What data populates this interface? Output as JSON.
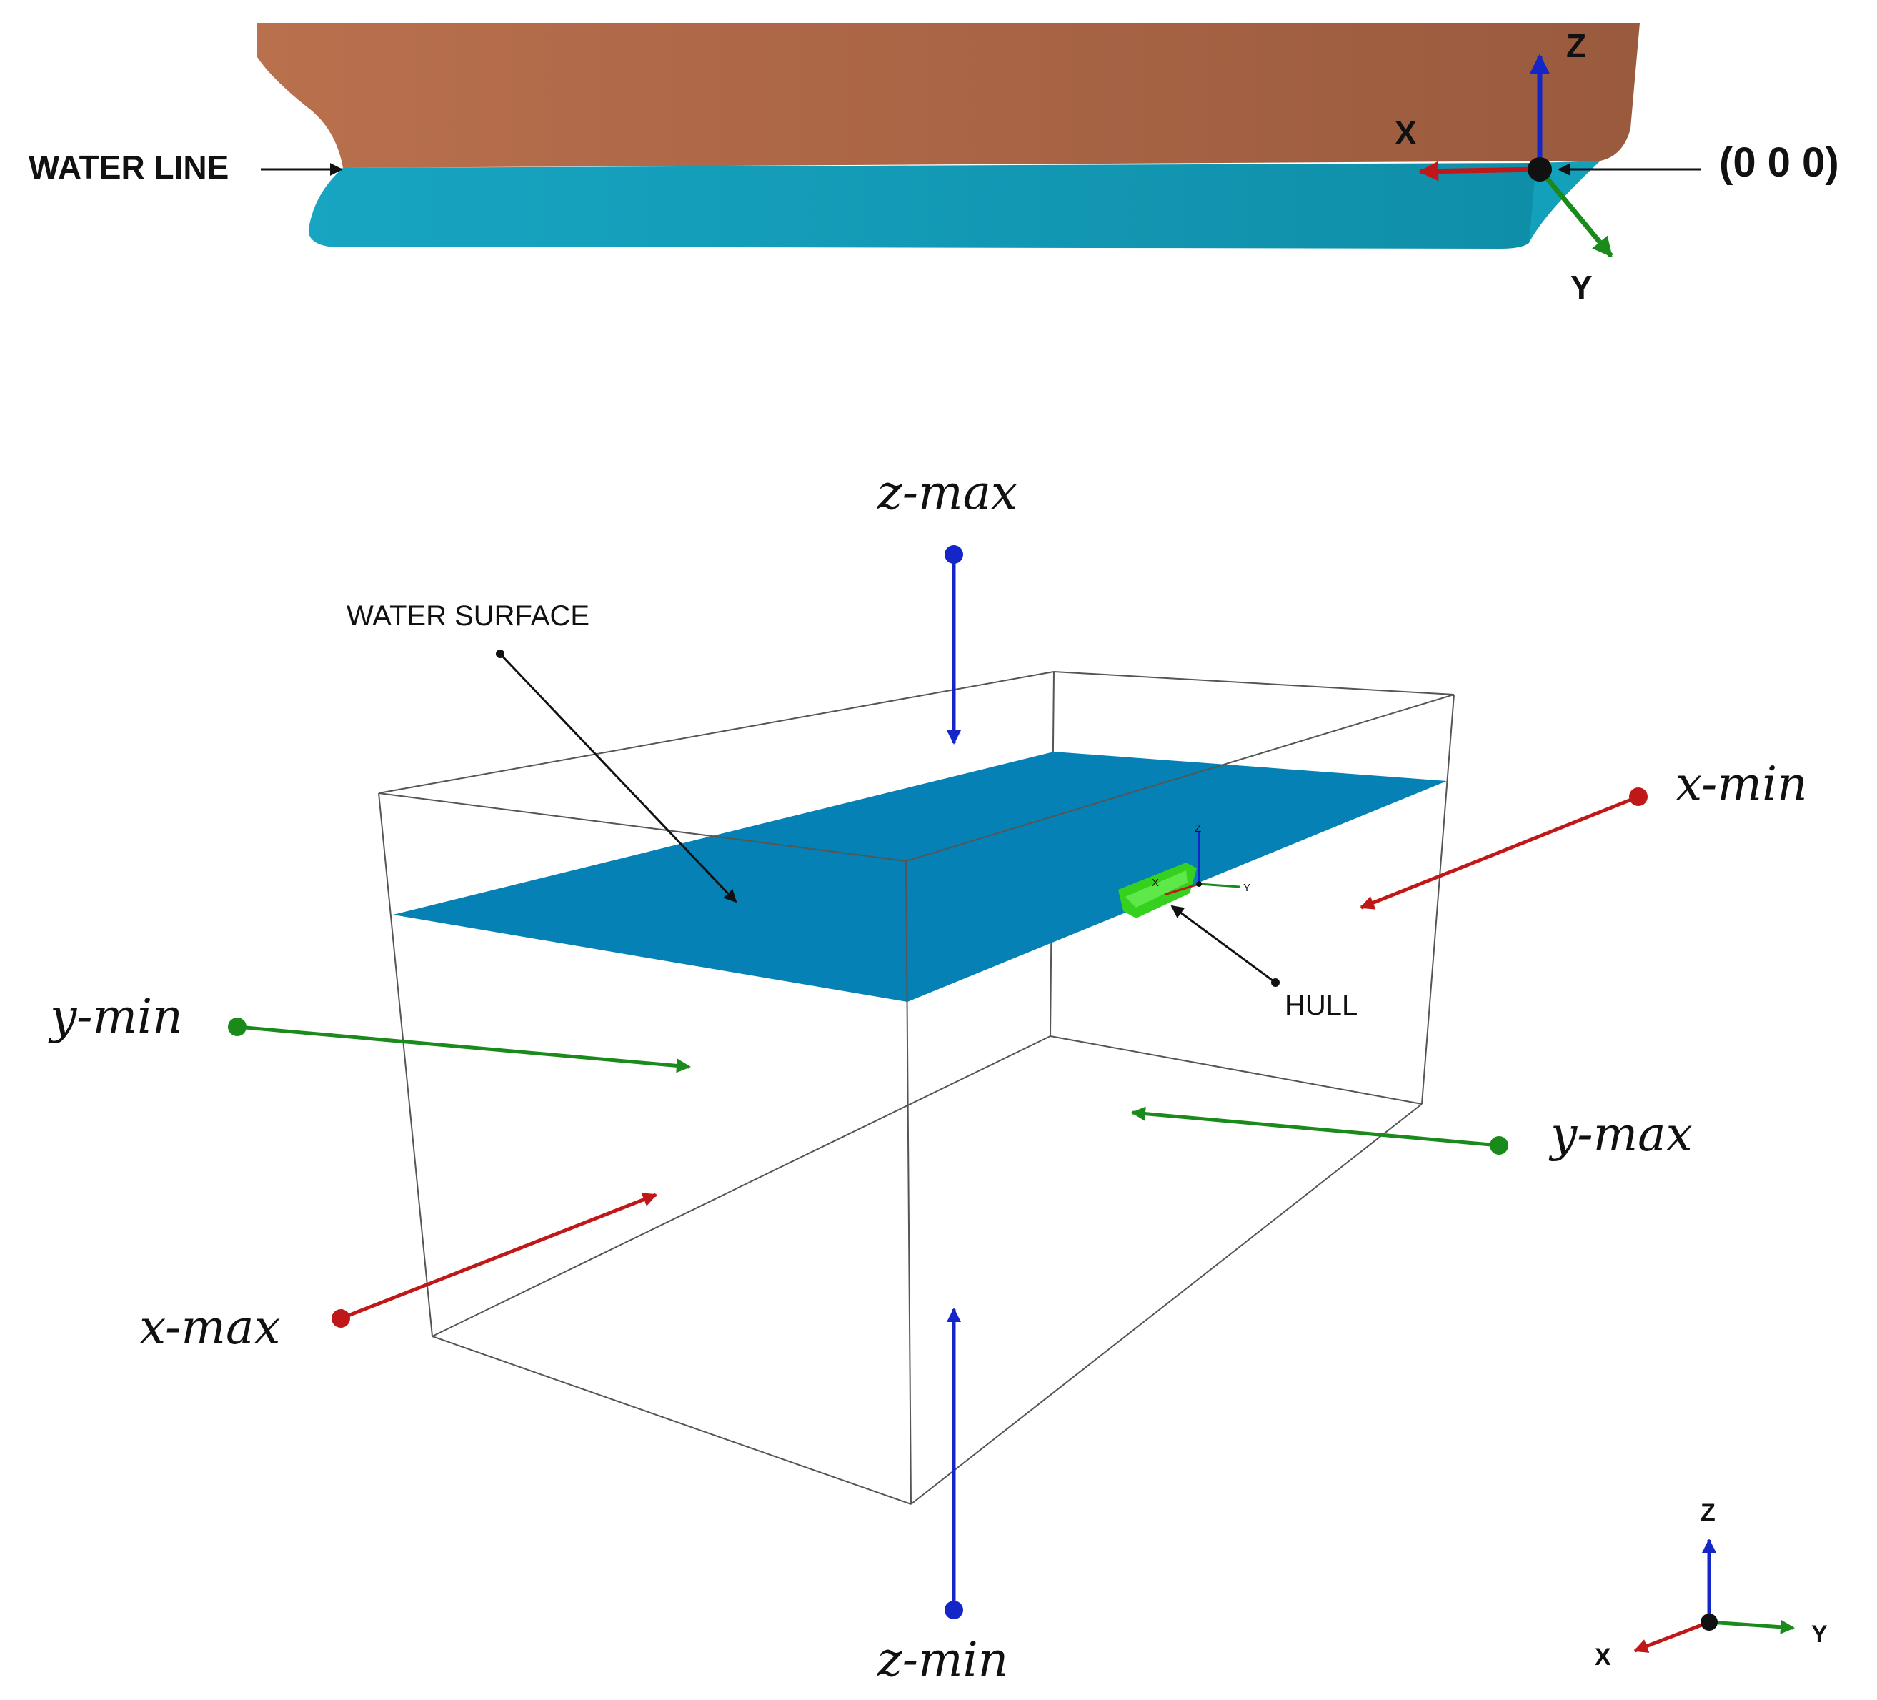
{
  "top_view": {
    "water_line_label": "WATER LINE",
    "origin_label": "(0 0 0)",
    "axis_x": "X",
    "axis_y": "Y",
    "axis_z": "Z",
    "colors": {
      "hull_above": "#a8674a",
      "hull_below": "#1596ad",
      "x_axis": "#c01818",
      "y_axis": "#1a8a1a",
      "z_axis": "#1426c8"
    }
  },
  "domain_view": {
    "water_surface_label": "WATER SURFACE",
    "hull_label": "HULL",
    "boundaries": {
      "z_max": "z-max",
      "z_min": "z-min",
      "x_min": "x-min",
      "x_max": "x-max",
      "y_min": "y-min",
      "y_max": "y-max"
    },
    "mini_axis": {
      "x": "X",
      "y": "Y",
      "z": "Z"
    },
    "colors": {
      "water_surface": "#0581b5",
      "hull": "#36d11f",
      "box_edge": "#555555"
    }
  },
  "corner_triad": {
    "x": "X",
    "y": "Y",
    "z": "Z"
  }
}
